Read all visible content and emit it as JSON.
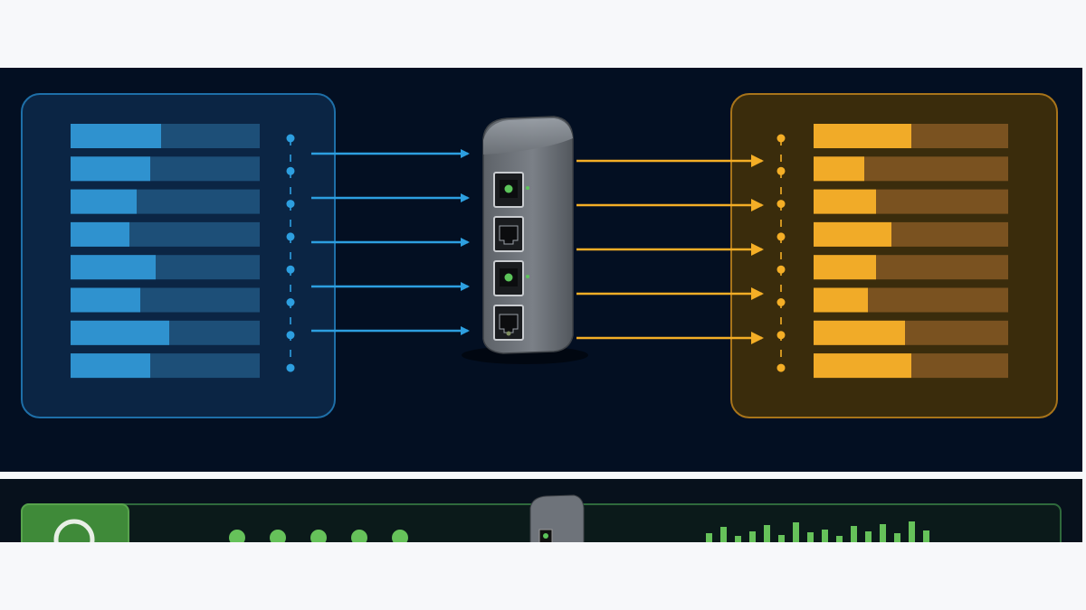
{
  "colors": {
    "page_background": "#f7f8fa",
    "panel_background": "#030f22",
    "input_accent": "#2d9fe0",
    "output_accent": "#f4ae26",
    "switch_body": "#6f747b",
    "status_led": "#5cc45a",
    "bottom_green": "#66c25a"
  },
  "diagram": {
    "input_group": {
      "icon": "data-rows",
      "row_count": 8,
      "row_fill_levels": [
        0.48,
        0.42,
        0.35,
        0.31,
        0.45,
        0.37,
        0.52,
        0.42
      ]
    },
    "output_group": {
      "icon": "data-rows",
      "row_count": 8,
      "row_fill_levels": [
        0.5,
        0.26,
        0.32,
        0.4,
        0.32,
        0.28,
        0.47,
        0.5
      ]
    },
    "inbound_arrows": 5,
    "outbound_arrows": 5,
    "device": {
      "icon": "network-switch",
      "ports": [
        {
          "type": "port-with-led"
        },
        {
          "type": "rj45-port"
        },
        {
          "type": "port-with-led"
        },
        {
          "type": "rj45-port"
        }
      ]
    }
  },
  "bottom_strip": {
    "left_icon": "search-magnifier-icon",
    "dot_count": 5,
    "device_icon": "network-switch",
    "bar_heights": [
      0.4,
      0.7,
      0.3,
      0.5,
      0.8,
      0.35,
      0.9,
      0.45,
      0.6,
      0.3,
      0.75,
      0.5,
      0.85,
      0.4,
      0.95,
      0.55
    ]
  }
}
